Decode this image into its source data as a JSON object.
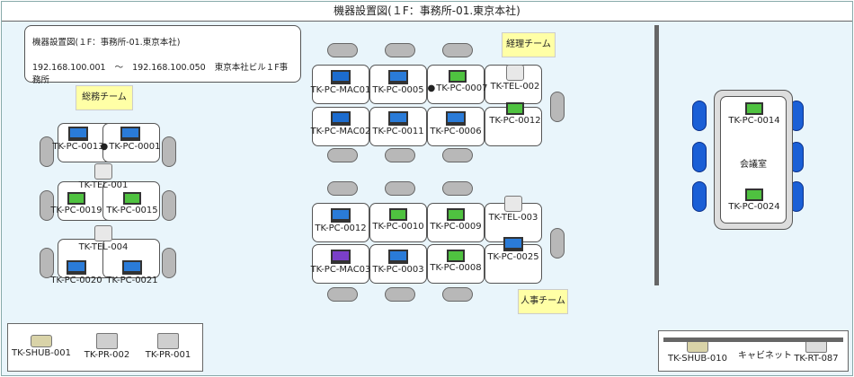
{
  "title": "機器設置図(１F：事務所-01.東京本社)",
  "info": {
    "line1": "機器設置図(１F：事務所-01.東京本社)",
    "ip_start": "192.168.100.001",
    "ip_sep": "～",
    "ip_end": "192.168.100.050",
    "location": "東京本社ビル１F事務所"
  },
  "teams": {
    "soumu": "総務チーム",
    "keiri": "経理チーム",
    "jinji": "人事チーム"
  },
  "devices": {
    "soumu": [
      {
        "label": "TK-PC-0013",
        "type": "monitor"
      },
      {
        "label": "TK-PC-0001",
        "type": "monitor"
      },
      {
        "label": "TK-TEL-001",
        "type": "phone"
      },
      {
        "label": "TK-PC-0019",
        "type": "laptop"
      },
      {
        "label": "TK-PC-0015",
        "type": "laptop"
      },
      {
        "label": "TK-TEL-004",
        "type": "phone"
      },
      {
        "label": "TK-PC-0020",
        "type": "monitor"
      },
      {
        "label": "TK-PC-0021",
        "type": "monitor"
      }
    ],
    "keiri": [
      {
        "label": "TK-PC-MAC01",
        "type": "mac"
      },
      {
        "label": "TK-PC-0005",
        "type": "monitor"
      },
      {
        "label": "TK-PC-0007",
        "type": "laptop"
      },
      {
        "label": "TK-TEL-002",
        "type": "phone"
      },
      {
        "label": "TK-PC-MAC02",
        "type": "mac"
      },
      {
        "label": "TK-PC-0011",
        "type": "monitor"
      },
      {
        "label": "TK-PC-0006",
        "type": "monitor"
      },
      {
        "label": "TK-PC-0012",
        "type": "laptop"
      }
    ],
    "jinji": [
      {
        "label": "TK-PC-0012",
        "type": "monitor"
      },
      {
        "label": "TK-PC-0010",
        "type": "laptop"
      },
      {
        "label": "TK-PC-0009",
        "type": "laptop"
      },
      {
        "label": "TK-TEL-003",
        "type": "phone"
      },
      {
        "label": "TK-PC-MAC03",
        "type": "mac-purple"
      },
      {
        "label": "TK-PC-0003",
        "type": "monitor"
      },
      {
        "label": "TK-PC-0008",
        "type": "laptop"
      },
      {
        "label": "TK-PC-0025",
        "type": "monitor"
      }
    ],
    "conference": [
      {
        "label": "TK-PC-0014",
        "type": "laptop"
      },
      {
        "label": "TK-PC-0024",
        "type": "laptop"
      }
    ]
  },
  "conference_room": "会議室",
  "bottom_left": [
    {
      "label": "TK-SHUB-001",
      "type": "hub"
    },
    {
      "label": "TK-PR-002",
      "type": "printer"
    },
    {
      "label": "TK-PR-001",
      "type": "printer"
    }
  ],
  "cabinet": {
    "label": "キャビネット",
    "items": [
      {
        "label": "TK-SHUB-010",
        "type": "hub"
      },
      {
        "label": "TK-RT-087",
        "type": "router"
      }
    ]
  },
  "colors": {
    "background": "#e9f5fb",
    "team_label": "#ffffa6",
    "monitor": "#2a7bd8",
    "laptop": "#4fc240",
    "chair_gray": "#b8b8b8",
    "chair_blue": "#1a5fd6"
  }
}
